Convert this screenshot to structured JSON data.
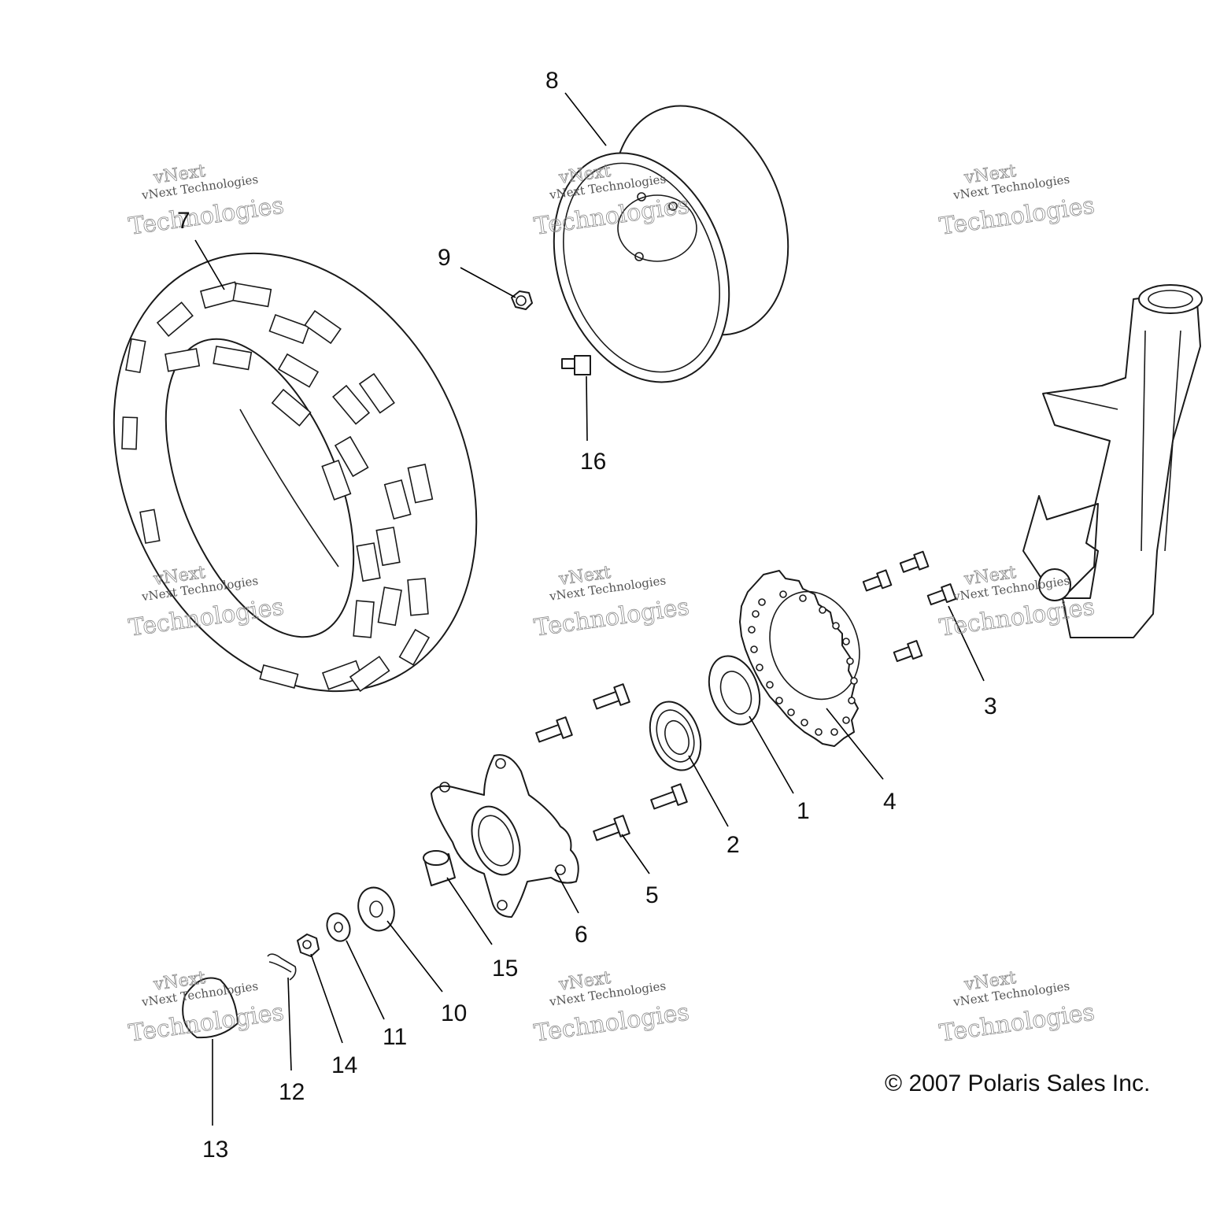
{
  "watermark": {
    "line_company": "vNext Technologies",
    "line_big_1": "vNext",
    "line_big_2": "Technologies"
  },
  "callouts": [
    "1",
    "2",
    "3",
    "4",
    "5",
    "6",
    "7",
    "8",
    "9",
    "10",
    "11",
    "12",
    "13",
    "14",
    "15",
    "16"
  ],
  "copyright": "© 2007 Polaris Sales Inc."
}
